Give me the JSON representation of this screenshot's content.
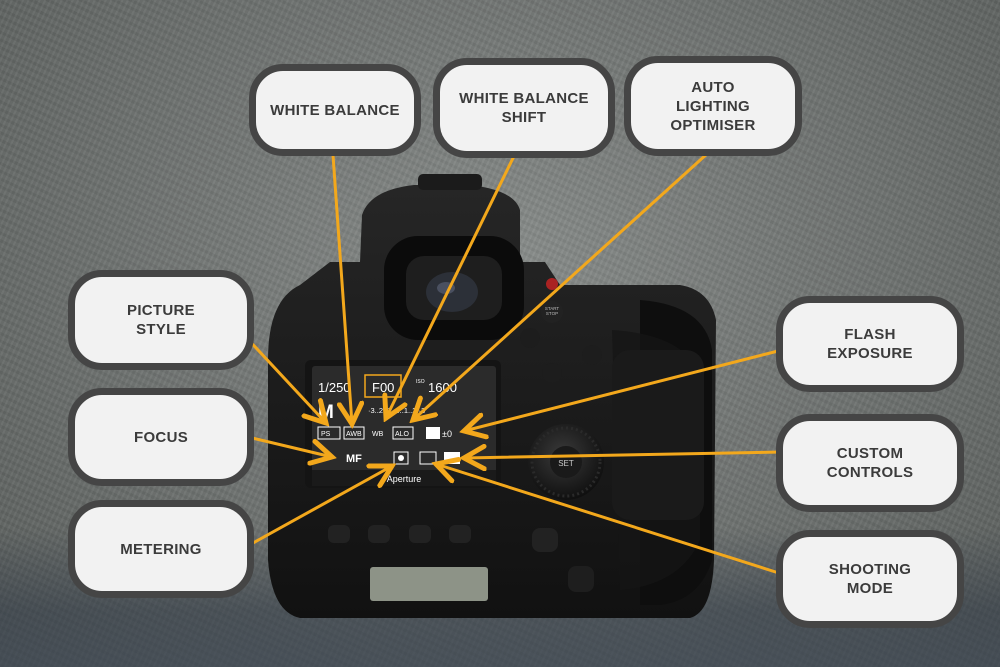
{
  "labels": {
    "white_balance": "WHITE BALANCE",
    "white_balance_shift": "WHITE BALANCE\nSHIFT",
    "auto_lighting_optimiser": "AUTO\nLIGHTING\nOPTIMISER",
    "picture_style": "PICTURE\nSTYLE",
    "focus": "FOCUS",
    "metering": "METERING",
    "flash_exposure": "FLASH\nEXPOSURE",
    "custom_controls": "CUSTOM\nCONTROLS",
    "shooting_mode": "SHOOTING\nMODE"
  },
  "lcd": {
    "shutter": "1/250",
    "aperture": "F00",
    "iso_tag": "ISO",
    "iso": "1600",
    "mode": "M",
    "exposure_scale": "·3..2..1..0..1..2.·3",
    "picture_style_icon": "PS",
    "white_balance_icon": "AWB",
    "wb_shift_icon": "WB",
    "alo_icon": "ALO",
    "flash_comp": "±0",
    "focus_mode": "MF",
    "footer": "Aperture"
  },
  "camera_buttons": {
    "start_stop": "START\nSTOP",
    "set": "SET"
  },
  "colors": {
    "arrow": "#f3a81c",
    "label_border": "#454545",
    "label_fill": "#f2f2f2",
    "label_text": "#3b3b3b"
  }
}
